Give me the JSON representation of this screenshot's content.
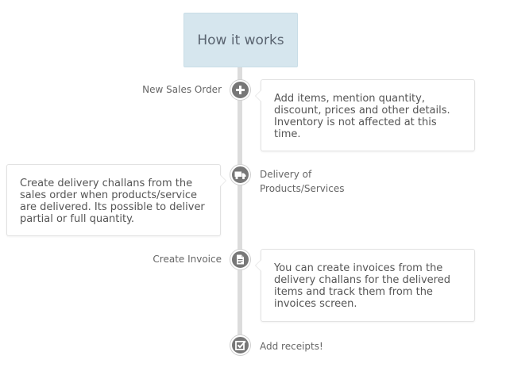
{
  "header": {
    "title": "How it works"
  },
  "steps": [
    {
      "label": "New Sales Order",
      "icon": "plus-icon",
      "description": "Add items, mention quantity, discount, prices and other details. Inventory is not affected at this time."
    },
    {
      "label_line1": "Delivery of",
      "label_line2": "Products/Services",
      "icon": "truck-icon",
      "description": "Create delivery challans from the sales order when products/service are delivered. Its possible to deliver partial or full quantity."
    },
    {
      "label": "Create Invoice",
      "icon": "document-icon",
      "description": "You can create invoices from the delivery challans for the delivered items and track them from the invoices screen."
    },
    {
      "label": "Add receipts!",
      "icon": "checkbox-icon"
    }
  ],
  "colors": {
    "header_bg": "#d6e6ee",
    "node": "#777777",
    "line": "#dcdcdc"
  }
}
